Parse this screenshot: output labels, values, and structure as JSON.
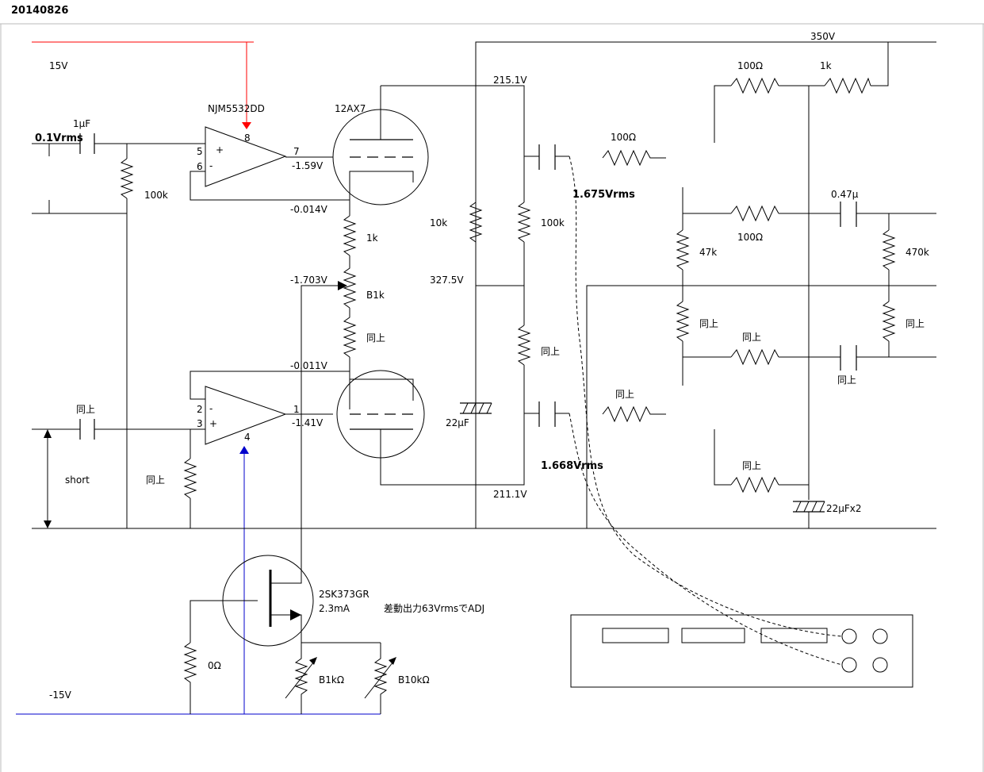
{
  "title": "20140826",
  "rails": {
    "pos15": "15V",
    "neg15": "-15V",
    "b_plus": "350V"
  },
  "input": {
    "level": "0.1Vrms",
    "cap": "1μF",
    "cap2": "同上",
    "short": "short"
  },
  "opamp": {
    "name": "NJM5532DD",
    "pins": {
      "p8": "8",
      "p5": "5",
      "p6": "6",
      "p7": "7",
      "p2": "2",
      "p3": "3",
      "p1": "1",
      "p4": "4"
    },
    "plus": "+",
    "minus": "-",
    "out1": "-1.59V",
    "out2": "-1.41V"
  },
  "tube": {
    "name": "12AX7",
    "plate1": "215.1V",
    "plate2": "211.1V",
    "cathode_mid": "327.5V",
    "k1": "-0.014V",
    "k2": "-0.011V",
    "grid_mid": "-1.703V"
  },
  "resistors": {
    "r100k": "100k",
    "r1k": "1k",
    "b1k": "B1k",
    "same": "同上",
    "r10k": "10k",
    "r100k_b": "100k",
    "r100ohm": "100Ω",
    "r1k_top": "1k",
    "r47k": "47k",
    "r470k": "470k",
    "r100ohm_b": "100Ω",
    "r0ohm": "0Ω",
    "b1kohm": "B1kΩ",
    "b10kohm": "B10kΩ"
  },
  "caps": {
    "c047": "0.47μ",
    "c22": "22μF",
    "c22x2": "22μFx2"
  },
  "outputs": {
    "v1": "1.675Vrms",
    "v2": "1.668Vrms"
  },
  "fet": {
    "name": "2SK373GR",
    "current": "2.3mA",
    "note": "差動出力63VrmsでADJ"
  },
  "labels": {
    "same": "同上"
  },
  "colors": {
    "pos_rail": "#ff0000",
    "neg_rail": "#0000cc",
    "wire": "#000000"
  }
}
